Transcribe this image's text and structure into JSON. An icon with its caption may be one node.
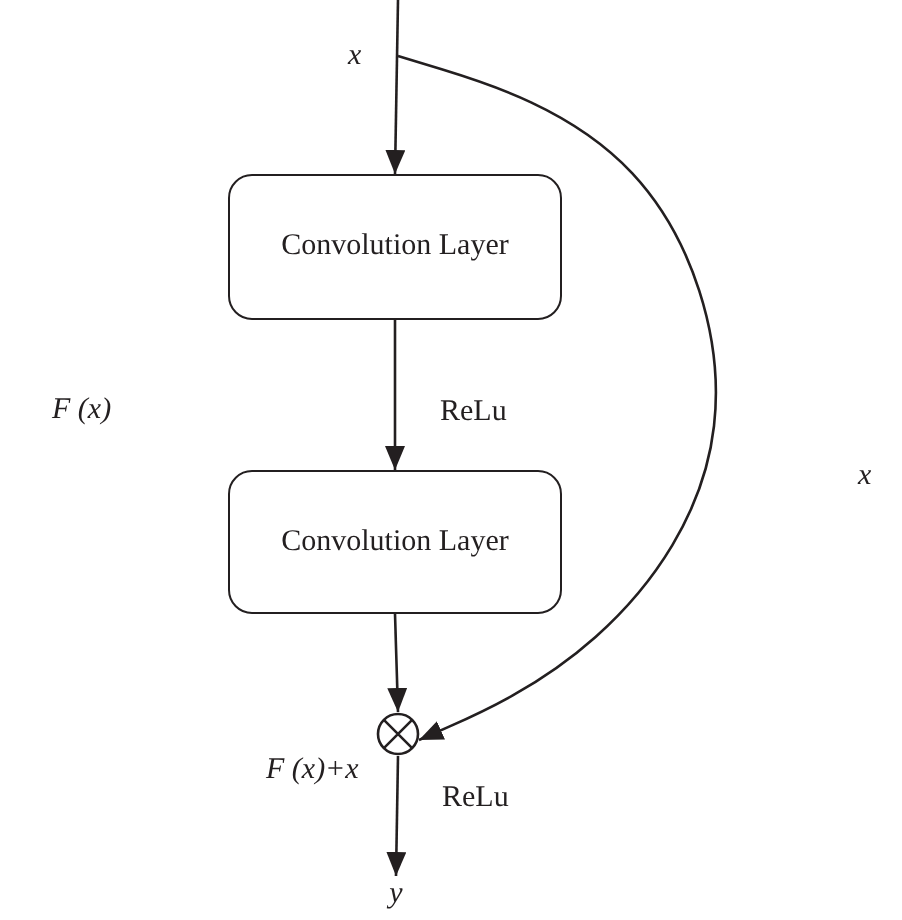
{
  "diagram": {
    "nodes": [
      {
        "text": [
          "Convolution Layer"
        ]
      },
      {
        "text": [
          "Convolution Layer"
        ]
      },
      {
        "text": [],
        "shape": "circle",
        "beside": [
          "F (x)+x"
        ]
      },
      {
        "text": [
          "y"
        ]
      }
    ],
    "edges": [
      {
        "from": null,
        "to": 0,
        "arrow": "to",
        "label": "x"
      },
      {
        "from": 0,
        "to": 1,
        "arrow": "to",
        "label": "ReLu"
      },
      {
        "from": 1,
        "to": 2,
        "arrow": "to"
      },
      {
        "from": null,
        "to": 2,
        "arrow": "to",
        "label": "x"
      },
      {
        "from": 2,
        "to": 3,
        "arrow": "to",
        "label": "ReLu"
      }
    ],
    "labels": [
      "F (x)"
    ]
  }
}
